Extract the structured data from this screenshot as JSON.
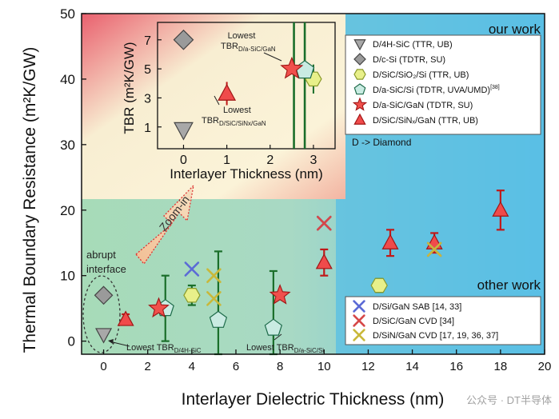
{
  "chart_data": {
    "type": "scatter",
    "title": "",
    "xlabel": "Interlayer Dielectric Thickness (nm)",
    "ylabel": "Thermal Boundary Resistance (m²K/GW)",
    "xlim": [
      -1,
      20
    ],
    "ylim": [
      -2,
      50
    ],
    "xticks": [
      0,
      2,
      4,
      6,
      8,
      10,
      12,
      14,
      16,
      18,
      20
    ],
    "yticks": [
      0,
      10,
      20,
      30,
      40,
      50
    ],
    "regions": {
      "our_work": "our work",
      "other_work": "other work"
    },
    "colors": {
      "our_bg_top": "#e25a6a",
      "our_bg_mid": "#f4e7c8",
      "other_bg": "#4db7e0",
      "green_bg": "#9ed9b0",
      "triangle_red": "#f04b4b",
      "star_red": "#f0504c",
      "errbar_red": "#c01919",
      "errbar_green": "#1a6e2a",
      "hex_yellow": "#e8f08a",
      "pent_teal": "#c9ebe2",
      "diamond_grey": "#9a9a9a",
      "tri_grey": "#a8a8a8",
      "x_blue": "#5b6ad6",
      "x_red": "#d64848",
      "x_yellow": "#c9b83a"
    },
    "series": [
      {
        "name": "D/4H-SiC (TTR, UB)",
        "marker": "tri-down",
        "points": [
          {
            "x": 0,
            "y": 1,
            "yerr": 0
          }
        ]
      },
      {
        "name": "D/c-Si (TDTR, SU)",
        "marker": "diamond",
        "points": [
          {
            "x": 0,
            "y": 7,
            "yerr": 0
          }
        ]
      },
      {
        "name": "D/SiC/SiO₂/Si (TTR, UB)",
        "marker": "hexagon",
        "points": [
          {
            "x": 4,
            "y": 7,
            "yerr": 1.5
          },
          {
            "x": 12.5,
            "y": 8.5,
            "yerr": 1
          }
        ]
      },
      {
        "name": "D/a-SiC/Si (TDTR, UVA/UMD)",
        "ref": "[38]",
        "marker": "pentagon",
        "points": [
          {
            "x": 2.8,
            "y": 5,
            "yerr": 5
          },
          {
            "x": 5.2,
            "y": 3.2,
            "yerr": 10.5
          },
          {
            "x": 7.7,
            "y": 2,
            "yerr": 8.7
          }
        ]
      },
      {
        "name": "D/a-SiC/GaN (TDTR, SU)",
        "marker": "star",
        "points": [
          {
            "x": 2.5,
            "y": 5,
            "yerr": 0
          },
          {
            "x": 8,
            "y": 7,
            "yerr": 0
          }
        ]
      },
      {
        "name": "D/SiC/SiNₓ/GaN (TTR, UB)",
        "marker": "triangle",
        "points": [
          {
            "x": 1,
            "y": 3.3,
            "yerr": 0.8
          },
          {
            "x": 10,
            "y": 12,
            "yerr": 2
          },
          {
            "x": 13,
            "y": 15,
            "yerr": 2
          },
          {
            "x": 15,
            "y": 15,
            "yerr": 1.5
          },
          {
            "x": 18,
            "y": 20,
            "yerr": 3
          }
        ]
      },
      {
        "name": "D/Si/GaN SAB [14, 33]",
        "marker": "x-blue",
        "points": [
          {
            "x": 4,
            "y": 11
          },
          {
            "x": 10,
            "y": 18
          },
          {
            "x": 15,
            "y": 14
          }
        ]
      },
      {
        "name": "D/SiC/GaN CVD [34]",
        "marker": "x-red",
        "points": [
          {
            "x": 10,
            "y": 18
          }
        ]
      },
      {
        "name": "D/SiN/GaN CVD [17, 19, 36, 37]",
        "marker": "x-yellow",
        "points": [
          {
            "x": 5,
            "y": 10
          },
          {
            "x": 5,
            "y": 6.5
          },
          {
            "x": 15,
            "y": 14
          }
        ]
      }
    ],
    "legend_our": [
      {
        "marker": "tri-down",
        "label": "D/4H-SiC (TTR, UB)"
      },
      {
        "marker": "diamond",
        "label": "D/c-Si (TDTR, SU)"
      },
      {
        "marker": "hexagon",
        "label": "D/SiC/SiO₂/Si (TTR, UB)"
      },
      {
        "marker": "pentagon",
        "label": "D/a-SiC/Si (TDTR, UVA/UMD)",
        "sup": "[38]"
      },
      {
        "marker": "star",
        "label": "D/a-SiC/GaN (TDTR, SU)"
      },
      {
        "marker": "triangle",
        "label": "D/SiC/SiNₓ/GaN (TTR, UB)"
      }
    ],
    "legend_other": [
      {
        "marker": "x-blue",
        "label": "D/Si/GaN SAB [14, 33]"
      },
      {
        "marker": "x-red",
        "label": "D/SiC/GaN CVD [34]"
      },
      {
        "marker": "x-yellow",
        "label": "D/SiN/GaN CVD [17, 19, 36, 37]"
      }
    ],
    "annotations": {
      "diamond_note": "D -> Diamond",
      "abrupt": [
        "abrupt",
        "interface"
      ],
      "zoom": "Zoom-in",
      "lowest_4h": "Lowest TBR",
      "lowest_4h_sub": "D/4H-SiC",
      "lowest_asic_si": "Lowest TBR",
      "lowest_asic_si_sub": "D/a-SiC/Si"
    },
    "inset": {
      "xlabel": "Interlayer Thickness (nm)",
      "ylabel": "TBR (m²K/GW)",
      "xlim": [
        -0.6,
        3.5
      ],
      "ylim": [
        -0.5,
        8.2
      ],
      "xticks": [
        0,
        1,
        2,
        3
      ],
      "yticks": [
        1,
        3,
        5,
        7
      ],
      "points": [
        {
          "marker": "diamond",
          "x": 0,
          "y": 7
        },
        {
          "marker": "tri-down",
          "x": 0,
          "y": 0.8
        },
        {
          "marker": "triangle",
          "x": 1,
          "y": 3.3,
          "yerr": 0.8
        },
        {
          "marker": "hexagon",
          "x": 3,
          "y": 4.3,
          "yerr": 1
        },
        {
          "marker": "pentagon",
          "x": 2.8,
          "y": 4.9,
          "yerr": 7.3
        },
        {
          "marker": "star",
          "x": 2.5,
          "y": 5,
          "yerr": 0
        }
      ],
      "long_errbars": [
        {
          "x": 2.55,
          "ylo": -0.5,
          "yhi": 8.2
        },
        {
          "x": 2.8,
          "ylo": -0.5,
          "yhi": 8.2
        }
      ],
      "note_asic_gan": "Lowest",
      "note_asic_gan_2": "TBR",
      "note_asic_gan_sub": "D/a-SiC/GaN",
      "note_sinx": "Lowest",
      "note_sinx_2": "TBR",
      "note_sinx_sub": "D/SiC/SiNx/GaN"
    },
    "watermark": "公众号 · DT半导体"
  }
}
